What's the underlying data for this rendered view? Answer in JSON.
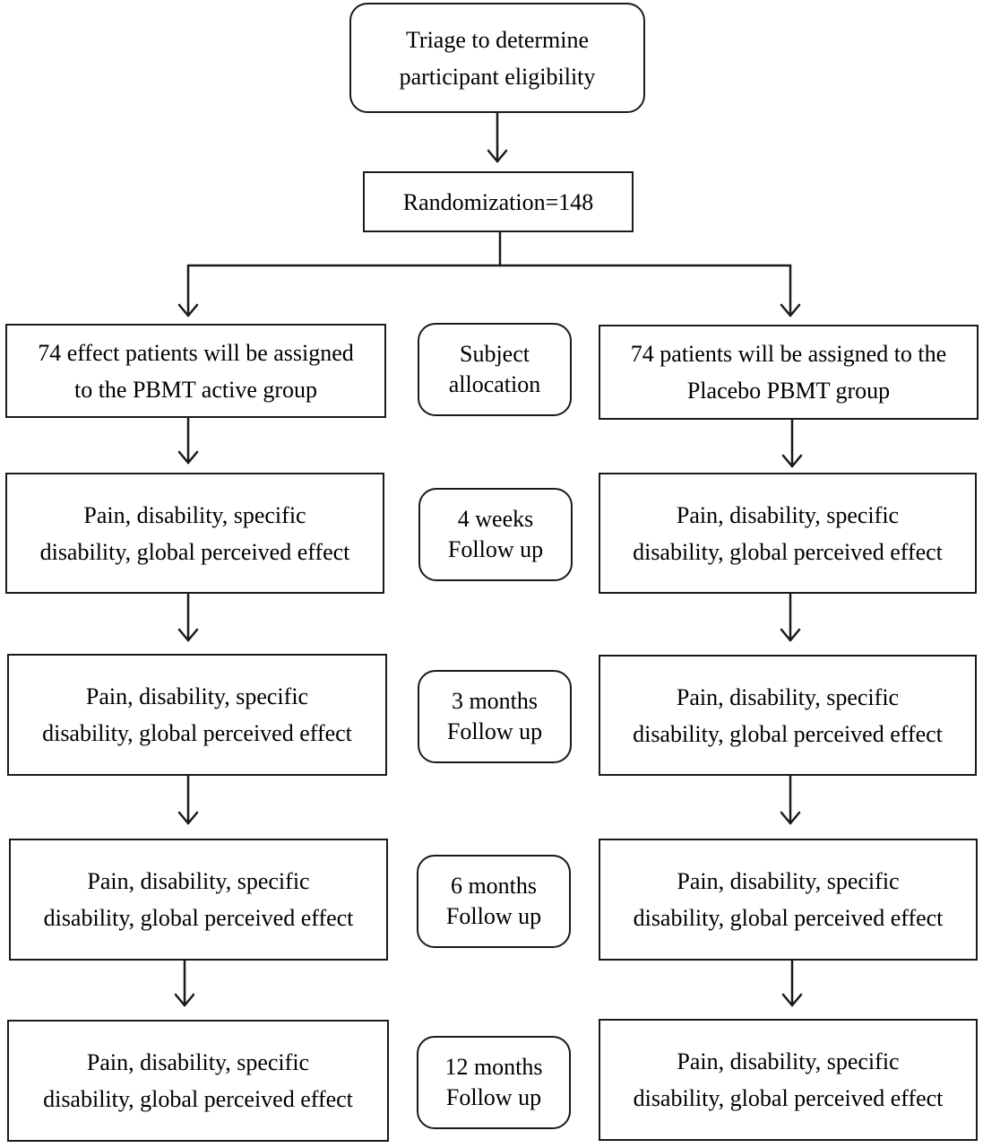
{
  "diagram": {
    "triage": {
      "lines": [
        "Triage to determine",
        "participant eligibility"
      ]
    },
    "randomization": {
      "label": "Randomization=148"
    },
    "groups": {
      "active": {
        "lines": [
          "74 effect  patients will be assigned",
          "to the PBMT active group"
        ]
      },
      "placebo": {
        "lines": [
          "74 patients will be assigned to the",
          "Placebo PBMT group"
        ]
      }
    },
    "phases": [
      {
        "lines": [
          "Subject",
          "allocation"
        ]
      },
      {
        "lines": [
          "4 weeks",
          "Follow up"
        ]
      },
      {
        "lines": [
          "3 months",
          "Follow up"
        ]
      },
      {
        "lines": [
          "6 months",
          "Follow up"
        ]
      },
      {
        "lines": [
          "12 months",
          "Follow up"
        ]
      }
    ],
    "outcome_lines": [
      "Pain, disability, specific",
      "disability, global perceived effect"
    ],
    "colors": {
      "stroke": "#1a1a1a",
      "background": "#ffffff",
      "text": "#000000"
    }
  }
}
